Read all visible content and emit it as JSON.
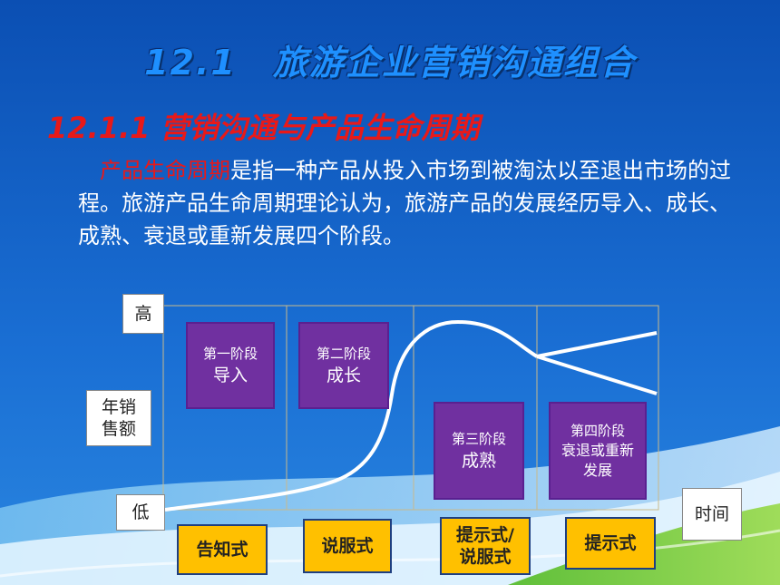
{
  "title": "12.1　旅游企业营销沟通组合",
  "subtitle": "12.1.1 营销沟通与产品生命周期",
  "paragraph": {
    "highlight": "产品生命周期",
    "text": "是指一种产品从投入市场到被淘汰以至退出市场的过程。旅游产品生命周期理论认为，旅游产品的发展经历导入、成长、成熟、衰退或重新发展四个阶段。"
  },
  "axis": {
    "high": "高",
    "y_label": "年销\n售额",
    "low": "低",
    "x_label": "时间"
  },
  "stages": [
    {
      "num": "第一阶段",
      "name": "导入"
    },
    {
      "num": "第二阶段",
      "name": "成长"
    },
    {
      "num": "第三阶段",
      "name": "成熟"
    },
    {
      "num": "第四阶段",
      "name": "衰退或重新发展"
    }
  ],
  "strategies": [
    "告知式",
    "说服式",
    "提示式/\n说服式",
    "提示式"
  ],
  "colors": {
    "background": "#1566c8",
    "stage": "#7030a0",
    "strategy": "#ffc000",
    "title": "#1e90ff",
    "subtitle": "#e81919"
  }
}
